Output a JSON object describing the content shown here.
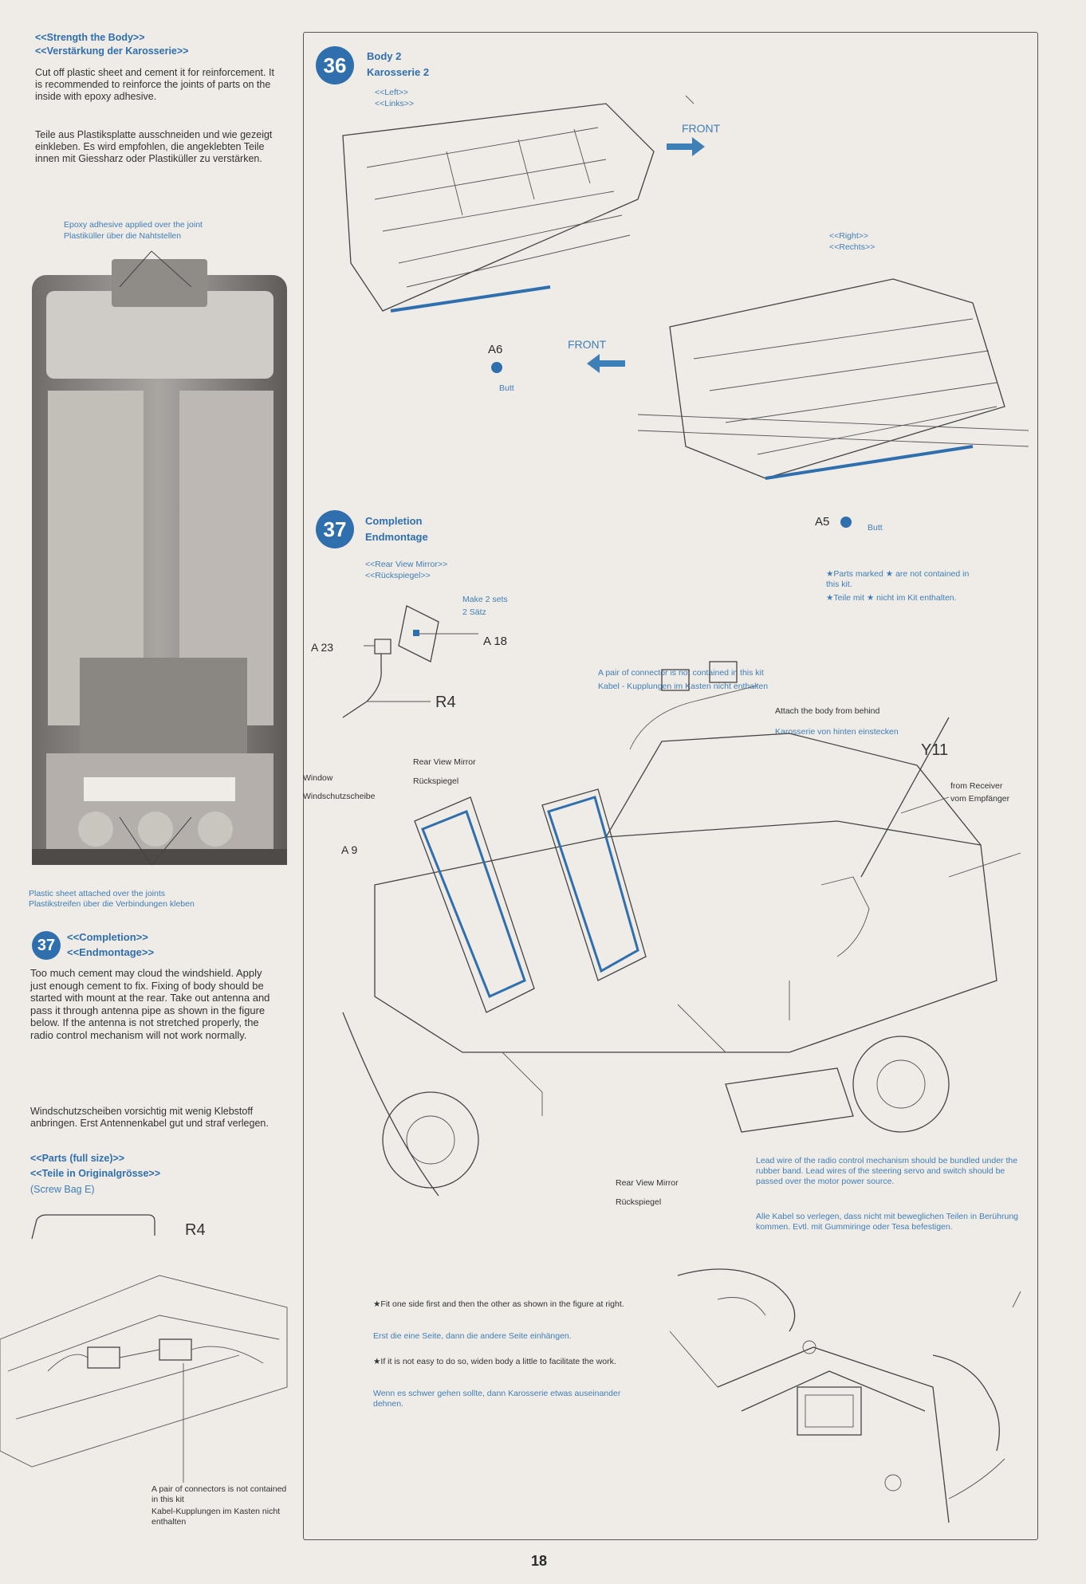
{
  "left": {
    "strength_title_en": "<<Strength the Body>>",
    "strength_title_de": "<<Verstärkung der Karosserie>>",
    "strength_text_en": "Cut off plastic sheet and cement it for reinforcement. It is recommended to reinforce the joints of parts on the inside with epoxy adhesive.",
    "strength_text_de": "Teile aus Plastiksplatte ausschneiden und wie gezeigt einkleben. Es wird empfohlen, die angeklebten Teile innen mit Giessharz oder Plastiküller zu verstärken.",
    "epoxy_note_en": "Epoxy adhesive applied over the joint",
    "epoxy_note_de": "Plastiküller über die Nahtstellen",
    "plastic_note_en": "Plastic sheet attached over the joints",
    "plastic_note_de": "Plastikstreifen über die Verbindungen kleben",
    "step37_number": "37",
    "step37_title_en": "<<Completion>>",
    "step37_title_de": "<<Endmontage>>",
    "step37_text_en": "Too much cement may cloud the windshield. Apply just enough cement to fix. Fixing of body should be started with mount at the rear. Take out antenna and pass it through antenna pipe as shown in the figure below. If the antenna is not stretched properly, the radio control mechanism will not work normally.",
    "step37_text_de": "Windschutzscheiben vorsichtig mit wenig Klebstoff anbringen. Erst Antennenkabel gut und straf verlegen.",
    "parts_title_en": "<<Parts (full size)>>",
    "parts_title_de": "<<Teile in Originalgrösse>>",
    "screw_bag": "(Screw Bag E)",
    "r4_label": "R4",
    "connector_note_en": "A pair of connectors is not contained in this kit",
    "connector_note_de": "Kabel-Kupplungen im Kasten nicht enthalten"
  },
  "step36": {
    "number": "36",
    "title_en": "Body 2",
    "title_de": "Karosserie 2",
    "left_en": "<<Left>>",
    "left_de": "<<Links>>",
    "right_en": "<<Right>>",
    "right_de": "<<Rechts>>",
    "front_1": "FRONT",
    "front_2": "FRONT",
    "a6": "A6",
    "a5": "A5",
    "butt_1": "Butt",
    "butt_2": "Butt",
    "parts_note_en": "★Parts marked ★ are not contained in this kit.",
    "parts_note_de": "★Teile mit ★ nicht im Kit enthalten."
  },
  "step37": {
    "number": "37",
    "title_en": "Completion",
    "title_de": "Endmontage",
    "mirror_en": "<<Rear View Mirror>>",
    "mirror_de": "<<Rückspiegel>>",
    "make_sets_en": "Make 2 sets",
    "make_sets_de": "2 Sätz",
    "a23": "A 23",
    "a18": "A 18",
    "r4": "R4",
    "connector_en": "A pair of connector is not contained in this kit",
    "connector_de": "Kabel - Kupplungen im Kasten nicht enthalten",
    "attach_en": "Attach the body from behind",
    "attach_de": "Karosserie von hinten einstecken",
    "y11": "Y11",
    "from_receiver_en": "from Receiver",
    "from_receiver_de": "vom Empfänger",
    "rear_mirror_en": "Rear View Mirror",
    "rear_mirror_de": "Rückspiegel",
    "window_en": "Window",
    "window_de": "Windschutzscheibe",
    "a9": "A 9",
    "rear_mirror2_en": "Rear View Mirror",
    "rear_mirror2_de": "Rückspiegel",
    "lead_note_en": "Lead wire of the radio control mechanism should be bundled under the rubber band. Lead wires of the steering servo and switch should be passed over the motor power source.",
    "lead_note_de": "Alle Kabel so verlegen, dass nicht mit beweglichen Teilen in Berührung kommen. Evtl. mit Gummiringe oder Tesa befestigen.",
    "fit_note_en": "★Fit one side first and then the other as shown in the figure at right.",
    "fit_note_de": "Erst die eine Seite, dann die andere Seite einhängen.",
    "widen_note_en": "★If it is not easy to do so, widen body a little to facilitate the work.",
    "widen_note_de": "Wenn es schwer gehen sollte, dann Karosserie etwas auseinander dehnen."
  },
  "page_number": "18"
}
